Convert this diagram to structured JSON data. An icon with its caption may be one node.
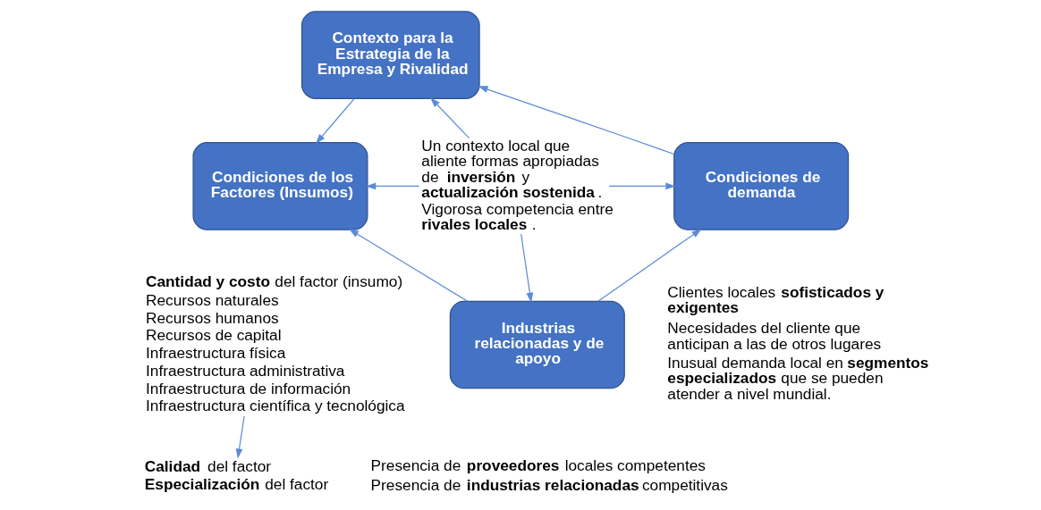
{
  "diagram": {
    "nodes": [
      {
        "text": [
          "Contexto para la Estrategia de la Empresa y Rivalidad"
        ]
      },
      {
        "text": [
          "Condiciones de los Factores (Insumos)"
        ]
      },
      {
        "text": [
          "Un contexto local que aliente formas apropiadas de **inversión** y **actualización sostenida**.",
          "Vigorosa competencia entre **rivales locales**."
        ]
      },
      {
        "text": [
          "Condiciones de demanda"
        ]
      },
      {
        "text": [
          "Industrias relacionadas y de apoyo"
        ]
      },
      {
        "text": [
          "**Cantidad y costo** del factor (insumo)",
          "Recursos naturales",
          "Recursos humanos",
          "Recursos de capital",
          "Infraestructura física",
          "Infraestructura administrativa",
          "Infraestructura de información",
          "Infraestructura científica y tecnológica"
        ]
      },
      {
        "text": [
          "**Calidad** del factor",
          "**Especialización** del factor"
        ]
      }
    ],
    "edges": [
      {
        "from": 2,
        "to": 0,
        "arrow": "to"
      },
      {
        "from": 2,
        "to": 1,
        "arrow": "to"
      },
      {
        "from": 2,
        "to": 3,
        "arrow": "to"
      },
      {
        "from": 2,
        "to": 4,
        "arrow": "to"
      },
      {
        "from": 0,
        "to": 1,
        "arrow": "to"
      },
      {
        "from": 3,
        "to": 0,
        "arrow": "to"
      },
      {
        "from": 4,
        "to": 1,
        "arrow": "to"
      },
      {
        "from": 4,
        "to": 3,
        "arrow": "to"
      },
      {
        "from": 5,
        "to": 6,
        "arrow": "to"
      }
    ],
    "labels": [
      "Clientes locales **sofisticados y exigentes**",
      "Necesidades del cliente que anticipan a las de otros lugares",
      "Inusual demanda local en **segmentos especializados** que se pueden atender a nivel mundial.",
      "Presencia de **proveedores** locales competentes",
      "Presencia de **industrias relacionadas** competitivas"
    ]
  }
}
